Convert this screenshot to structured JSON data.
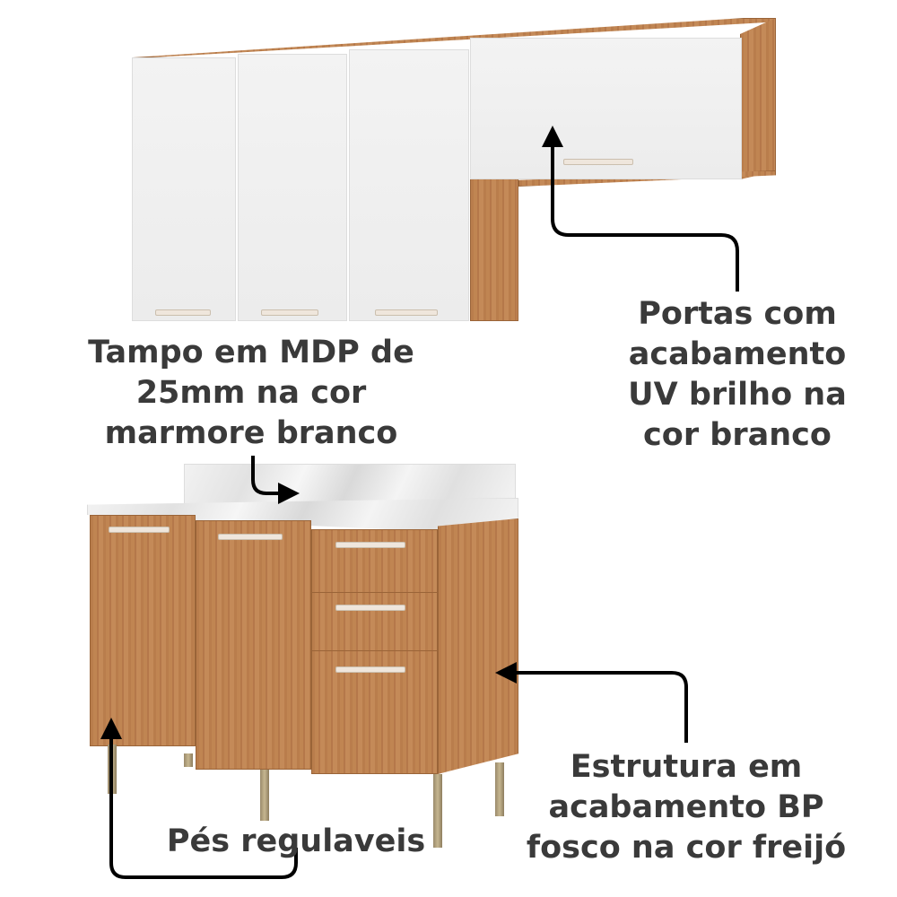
{
  "labels": {
    "portas": [
      "Portas com",
      "acabamento",
      "UV brilho na",
      "cor branco"
    ],
    "tampo": [
      "Tampo em MDP de",
      "25mm na cor",
      "marmore branco"
    ],
    "estrutura": [
      "Estrutura em",
      "acabamento BP",
      "fosco na cor freijó"
    ],
    "pes": "Pés regulaveis"
  },
  "colors": {
    "text": "#3a3a3a",
    "wood": "#c08552",
    "white": "#f0f0f0"
  }
}
